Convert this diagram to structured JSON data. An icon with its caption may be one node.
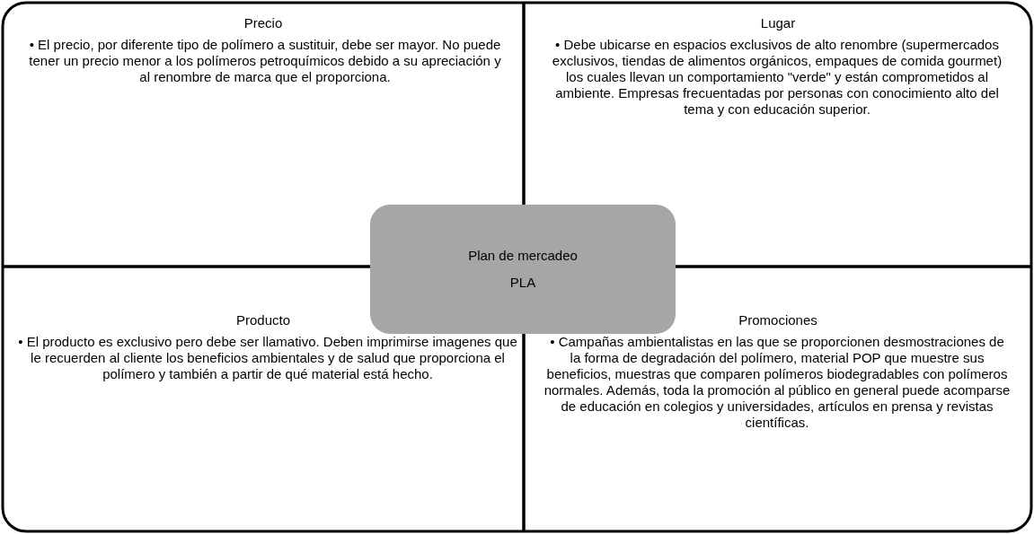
{
  "diagram": {
    "nodes": [
      {
        "text": [
          "Precio",
          "• El precio, por diferente tipo de polímero a sustituir, debe ser mayor. No puede tener un precio menor a los polímeros petroquímicos debido a su apreciación y al renombre de marca que el proporciona."
        ]
      },
      {
        "text": [
          "Lugar",
          "• Debe ubicarse en espacios exclusivos de alto renombre (supermercados exclusivos, tiendas de alimentos orgánicos, empaques de comida gourmet) los cuales llevan un comportamiento \"verde\" y están comprometidos al ambiente. Empresas frecuentadas por personas con conocimiento alto del tema y con educación superior."
        ]
      },
      {
        "text": [
          "Plan de mercadeo",
          "PLA"
        ]
      },
      {
        "text": [
          "Producto",
          "• El producto es exclusivo pero debe ser llamativo. Deben imprimirse imagenes que le recuerden al cliente los beneficios ambientales y de salud que proporciona el polímero y también a partir de qué material está hecho."
        ]
      },
      {
        "text": [
          "Promociones",
          "• Campañas ambientalistas en las que se proporcionen desmostraciones de la forma de degradación del polímero, material POP que muestre sus beneficios, muestras que comparen polímeros biodegradables con polímeros normales. Además, toda la promoción al público en general puede acomparse de educación en colegios y universidades, artículos en prensa y revistas científicas."
        ]
      }
    ]
  }
}
